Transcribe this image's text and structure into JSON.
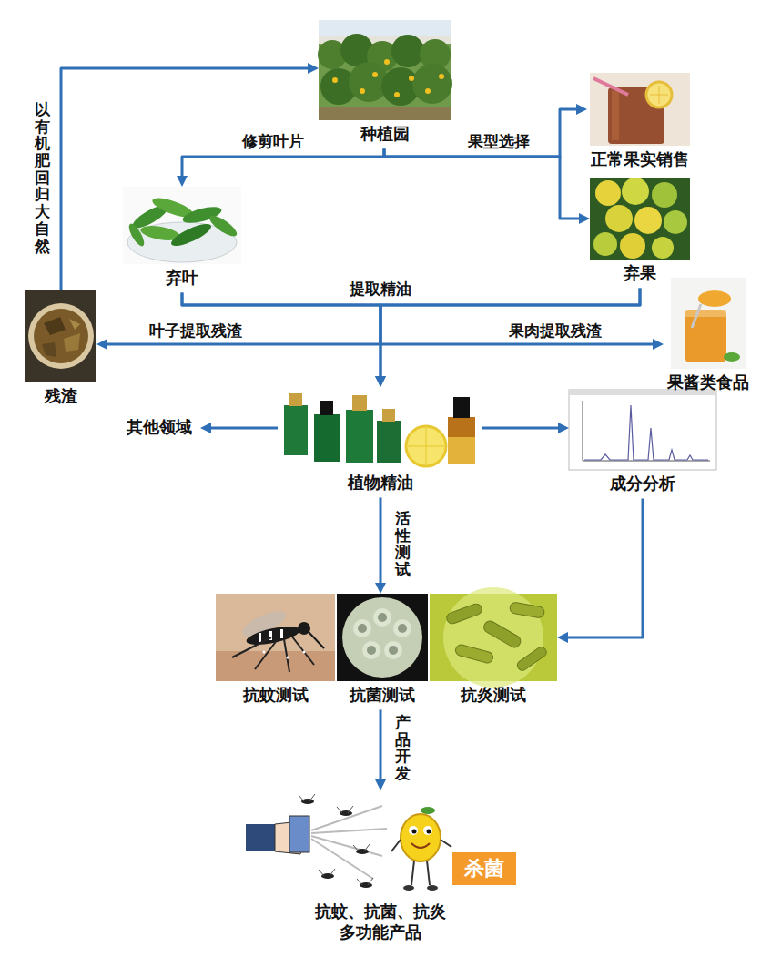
{
  "diagram": {
    "nodes": [
      {
        "text": [
          "种植园"
        ]
      },
      {
        "text": [
          "正常果实销售"
        ]
      },
      {
        "text": [
          "弃叶"
        ]
      },
      {
        "text": [
          "弃果"
        ]
      },
      {
        "text": [
          "残渣"
        ]
      },
      {
        "text": [
          "果酱类食品"
        ]
      },
      {
        "text": [
          "其他领域"
        ]
      },
      {
        "text": [
          "植物精油"
        ]
      },
      {
        "text": [
          "成分分析"
        ]
      },
      {
        "text": [
          "抗蚊测试"
        ]
      },
      {
        "text": [
          "抗菌测试"
        ]
      },
      {
        "text": [
          "抗炎测试"
        ]
      },
      {
        "text": [
          "抗蚊、抗菌、抗炎 多功能产品"
        ]
      }
    ],
    "edges": [
      {
        "from": 0,
        "to": 2,
        "arrow": "to",
        "label": "修剪叶片"
      },
      {
        "from": 0,
        "to": 1,
        "arrow": "to",
        "label": "果型选择"
      },
      {
        "from": 0,
        "to": 3,
        "arrow": "to"
      },
      {
        "from": 2,
        "to": 7,
        "arrow": "to",
        "label": "提取精油"
      },
      {
        "from": 3,
        "to": 7,
        "arrow": "to"
      },
      {
        "from": 2,
        "to": 4,
        "arrow": "to",
        "label": "叶子提取残渣"
      },
      {
        "from": 3,
        "to": 5,
        "arrow": "to",
        "label": "果肉提取残渣"
      },
      {
        "from": 4,
        "to": 0,
        "arrow": "to",
        "label": "以有机肥回归大自然"
      },
      {
        "from": 7,
        "to": 6,
        "arrow": "to"
      },
      {
        "from": 7,
        "to": 8,
        "arrow": "to"
      },
      {
        "from": 8,
        "to": 11,
        "arrow": "to"
      },
      {
        "from": 7,
        "to": 10,
        "arrow": "to",
        "label": "活性测试"
      },
      {
        "from": 10,
        "to": 12,
        "arrow": "to",
        "label": "产品开发"
      }
    ],
    "labels": [
      "杀菌"
    ]
  }
}
